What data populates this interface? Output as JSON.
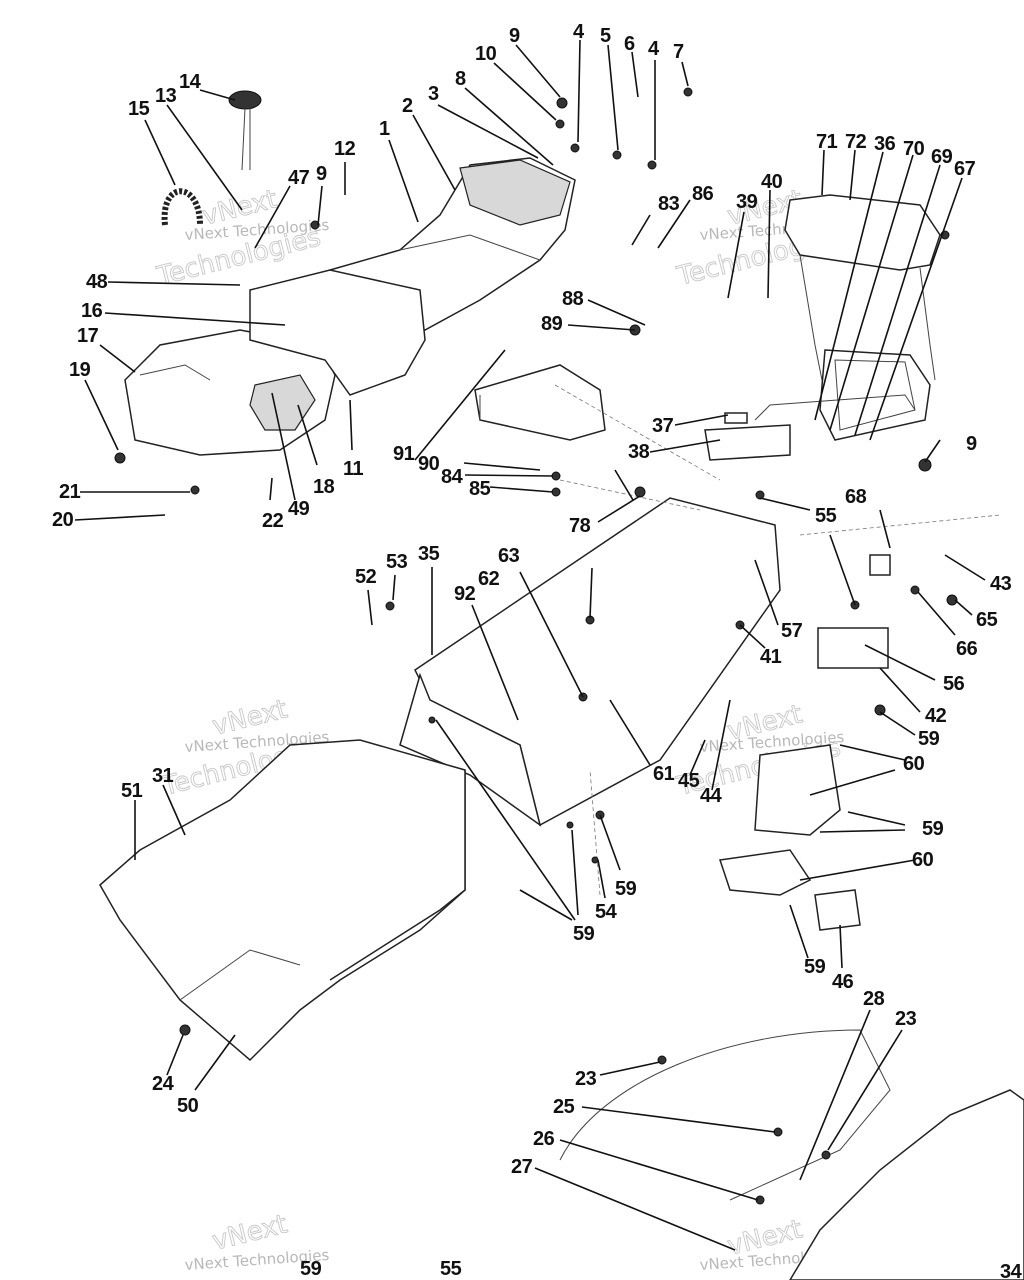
{
  "watermark": {
    "word1": "vNext",
    "word2": "Technologies",
    "line": "vNext Technologies"
  },
  "labels": [
    "1",
    "2",
    "3",
    "4",
    "4",
    "5",
    "6",
    "7",
    "8",
    "9",
    "9",
    "9",
    "10",
    "11",
    "12",
    "13",
    "14",
    "15",
    "16",
    "17",
    "18",
    "19",
    "20",
    "21",
    "22",
    "23",
    "23",
    "24",
    "25",
    "26",
    "27",
    "28",
    "31",
    "34",
    "35",
    "36",
    "37",
    "38",
    "39",
    "40",
    "41",
    "42",
    "43",
    "44",
    "45",
    "46",
    "47",
    "48",
    "49",
    "50",
    "51",
    "52",
    "53",
    "54",
    "55",
    "55",
    "56",
    "57",
    "59",
    "59",
    "59",
    "59",
    "59",
    "59",
    "60",
    "60",
    "61",
    "62",
    "63",
    "65",
    "66",
    "67",
    "68",
    "69",
    "70",
    "71",
    "72",
    "78",
    "83",
    "84",
    "85",
    "86",
    "88",
    "89",
    "90",
    "91",
    "92"
  ]
}
